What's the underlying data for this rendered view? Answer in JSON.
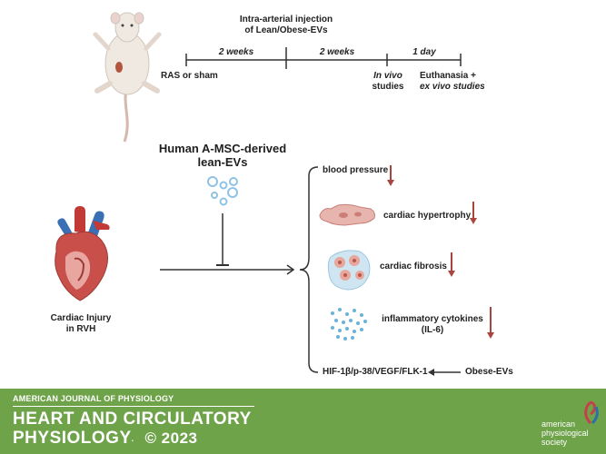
{
  "timeline": {
    "title_line1": "Intra-arterial injection",
    "title_line2": "of Lean/Obese-EVs",
    "segments": [
      "2 weeks",
      "2 weeks",
      "1 day"
    ],
    "start_label": "RAS or sham",
    "mid_label_line1": "In vivo",
    "mid_label_line2": "studies",
    "end_label_line1": "Euthanasia +",
    "end_label_line2": "ex vivo studies"
  },
  "treatment": {
    "heading_line1": "Human A-MSC-derived",
    "heading_line2": "lean-EVs"
  },
  "heart": {
    "label_line1": "Cardiac Injury",
    "label_line2": "in RVH"
  },
  "outcomes": [
    {
      "label": "blood pressure",
      "direction": "down"
    },
    {
      "label": "cardiac hypertrophy",
      "direction": "down"
    },
    {
      "label": "cardiac fibrosis",
      "direction": "down"
    },
    {
      "label": "inflammatory cytokines",
      "sublabel": "(IL-6)",
      "direction": "down"
    }
  ],
  "pathway": {
    "label": "HIF-1β/p-38/VEGF/FLK-1",
    "source": "Obese-EVs"
  },
  "footer": {
    "journal_small": "AMERICAN JOURNAL OF PHYSIOLOGY",
    "journal_big_line1": "HEART AND CIRCULATORY",
    "journal_big_line2": "PHYSIOLOGY",
    "copyright": "© 2023",
    "publisher_line1": "american",
    "publisher_line2": "physiological",
    "publisher_line3": "society"
  },
  "colors": {
    "arrow_down": "#a9443f",
    "footer_bg": "#6fa34a",
    "vesicle": "#8fc3e6"
  }
}
